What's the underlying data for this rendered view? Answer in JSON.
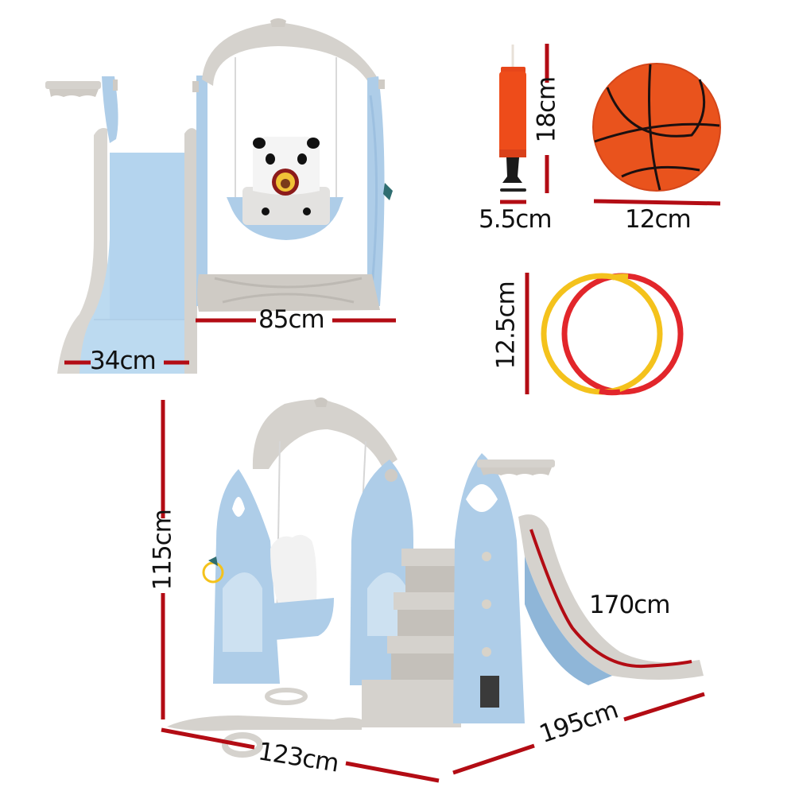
{
  "colors": {
    "dimension_line": "#b30c14",
    "label_text": "#111111",
    "frame_blue": "#aecde8",
    "frame_blue_dark": "#8fb6d8",
    "frame_grey": "#d5d2cd",
    "frame_grey_dark": "#b8b4ae",
    "slide_blue": "#bcdaf0",
    "pump_orange": "#ee4c1a",
    "ball_orange": "#e9531d",
    "ring_yellow": "#f4c21c",
    "ring_red": "#e2262b"
  },
  "top_left_view": {
    "name": "slide-and-swing-front-view",
    "dimensions": {
      "slide_width": "34cm",
      "swing_width": "85cm"
    }
  },
  "accessories": {
    "pump": {
      "name": "air-pump",
      "height": "18cm",
      "width": "5.5cm"
    },
    "basketball": {
      "name": "basketball",
      "diameter": "12cm"
    },
    "rings": {
      "name": "throwing-rings",
      "diameter": "12.5cm",
      "ring_colors": [
        "yellow",
        "red"
      ]
    }
  },
  "main_view": {
    "name": "playset-perspective-view",
    "dimensions": {
      "height": "115cm",
      "depth": "123cm",
      "length": "195cm",
      "slide_length": "170cm"
    }
  }
}
